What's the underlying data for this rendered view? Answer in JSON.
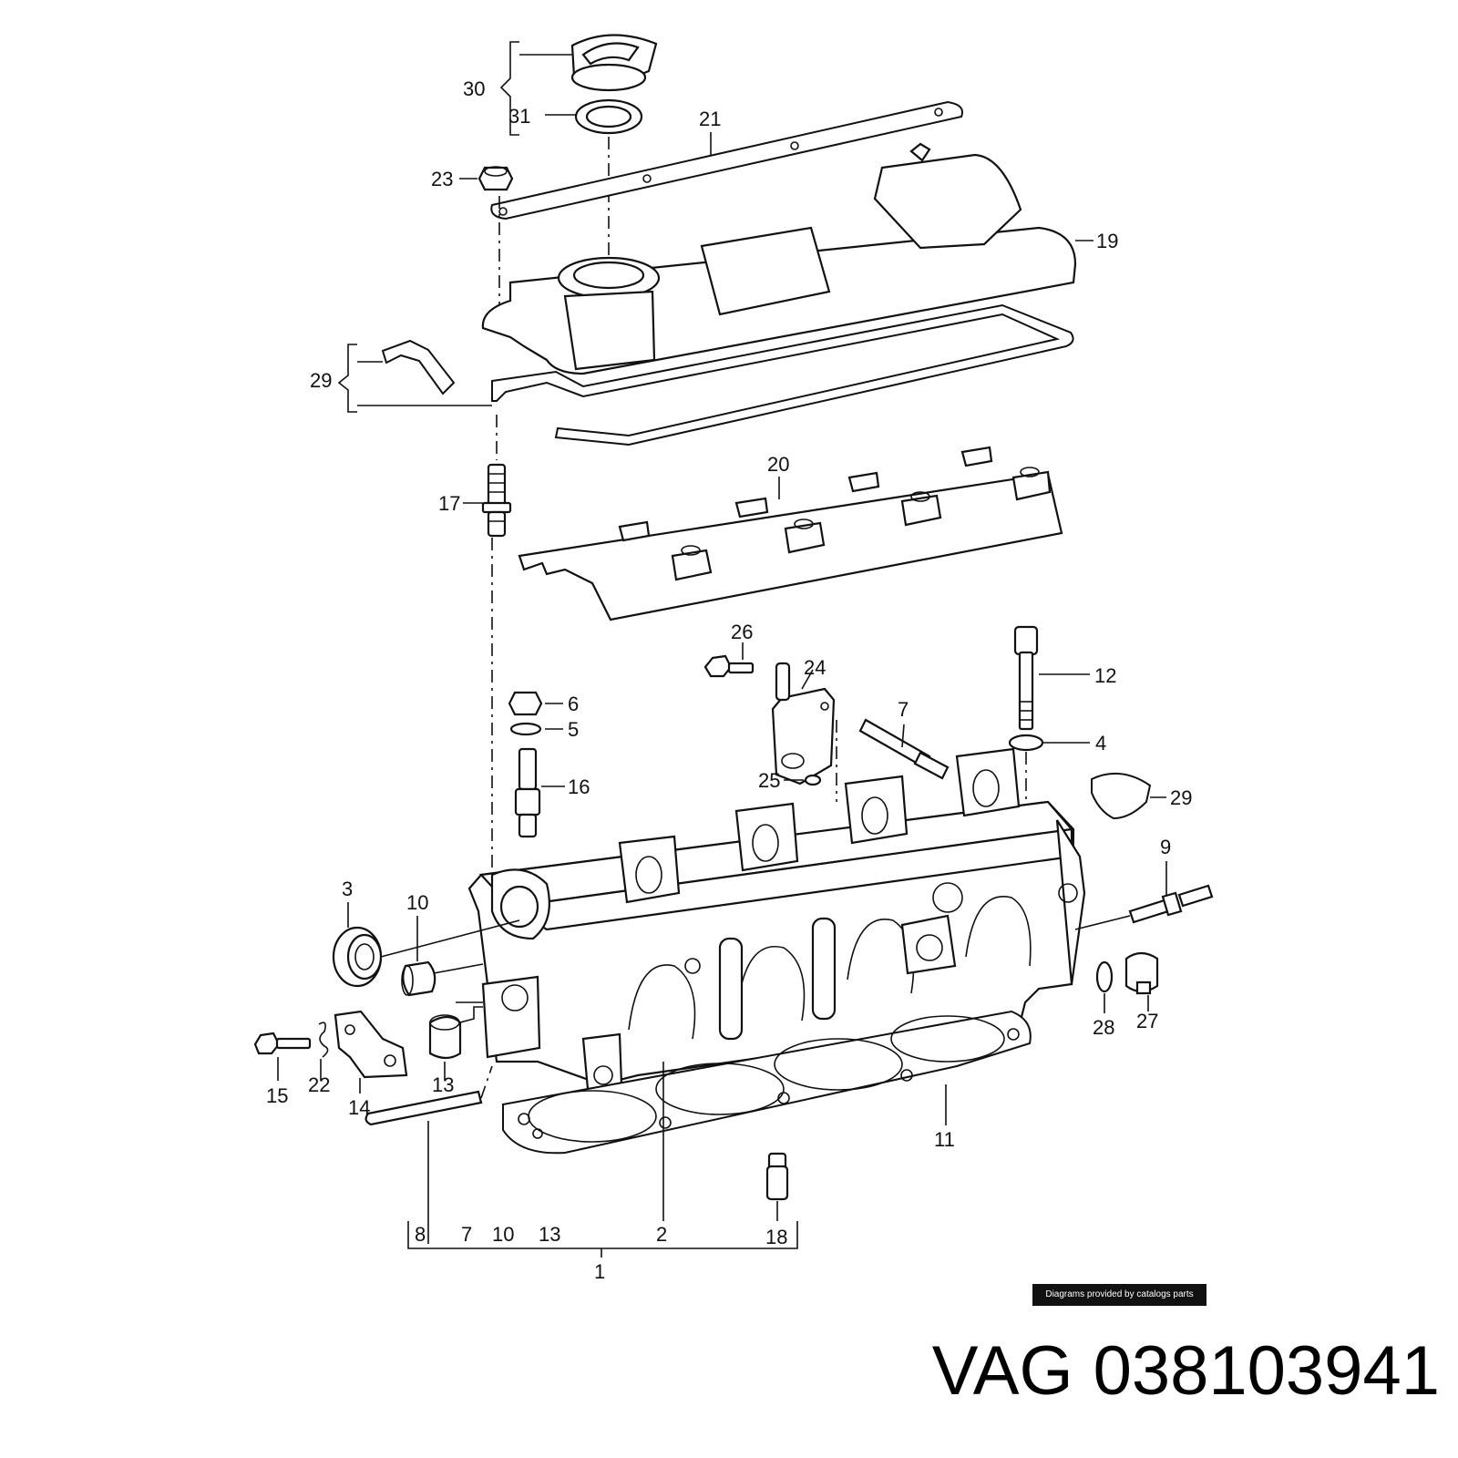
{
  "diagram": {
    "callouts": {
      "c30": "30",
      "c31": "31",
      "c21": "21",
      "c23": "23",
      "c19": "19",
      "c29a": "29",
      "c17": "17",
      "c20": "20",
      "c26": "26",
      "c24": "24",
      "c12": "12",
      "c6": "6",
      "c5": "5",
      "c7a": "7",
      "c4": "4",
      "c16": "16",
      "c25": "25",
      "c29b": "29",
      "c3": "3",
      "c10a": "10",
      "c9": "9",
      "c28": "28",
      "c27": "27",
      "c15": "15",
      "c22": "22",
      "c14": "14",
      "c13a": "13",
      "c11": "11",
      "c18": "18",
      "c8": "8",
      "c7b": "7",
      "c10b": "10",
      "c13b": "13",
      "c2": "2",
      "c1": "1"
    }
  },
  "credit": "Diagrams provided by catalogs parts",
  "caption": {
    "brand": "VAG",
    "part_number": "038103941"
  }
}
